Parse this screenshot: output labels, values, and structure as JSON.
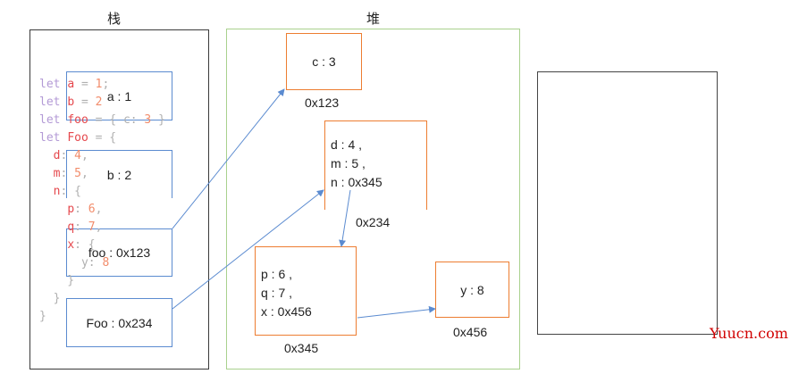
{
  "labels": {
    "stack_title": "栈",
    "heap_title": "堆"
  },
  "stack_cells": [
    {
      "text": "a : 1"
    },
    {
      "text": "b : 2"
    },
    {
      "text": "foo : 0x123"
    },
    {
      "text": "Foo : 0x234"
    }
  ],
  "heap": {
    "obj_c": {
      "text": "c : 3",
      "address": "0x123"
    },
    "obj_foo": {
      "line1": "d : 4 ,",
      "line2": "m : 5 ,",
      "line3": "n : 0x345",
      "address": "0x234"
    },
    "obj_n": {
      "line1": "p : 6 ,",
      "line2": "q : 7 ,",
      "line3": "x : 0x456",
      "address": "0x345"
    },
    "obj_x": {
      "text": "y : 8",
      "address": "0x456"
    }
  },
  "code": [
    [
      [
        "kw",
        "let "
      ],
      [
        "id",
        "a"
      ],
      [
        "pun",
        " = "
      ],
      [
        "num",
        "1"
      ],
      [
        "pun",
        ";"
      ]
    ],
    [
      [
        "kw",
        "let "
      ],
      [
        "id",
        "b"
      ],
      [
        "pun",
        " = "
      ],
      [
        "num",
        "2"
      ]
    ],
    [
      [
        "kw",
        "let "
      ],
      [
        "id",
        "foo"
      ],
      [
        "pun",
        " = { "
      ],
      [
        "pun",
        "c: "
      ],
      [
        "num",
        "3"
      ],
      [
        "pun",
        " }"
      ]
    ],
    [
      [
        "kw",
        "let "
      ],
      [
        "id",
        "Foo"
      ],
      [
        "pun",
        " = {"
      ]
    ],
    [
      [
        "pun",
        "  "
      ],
      [
        "id",
        "d"
      ],
      [
        "pun",
        ": "
      ],
      [
        "num",
        "4"
      ],
      [
        "pun",
        ","
      ]
    ],
    [
      [
        "pun",
        "  "
      ],
      [
        "id",
        "m"
      ],
      [
        "pun",
        ": "
      ],
      [
        "num",
        "5"
      ],
      [
        "pun",
        ","
      ]
    ],
    [
      [
        "pun",
        "  "
      ],
      [
        "id",
        "n"
      ],
      [
        "pun",
        ": {"
      ]
    ],
    [
      [
        "pun",
        "    "
      ],
      [
        "id",
        "p"
      ],
      [
        "pun",
        ": "
      ],
      [
        "num",
        "6"
      ],
      [
        "pun",
        ","
      ]
    ],
    [
      [
        "pun",
        "    "
      ],
      [
        "id",
        "q"
      ],
      [
        "pun",
        ": "
      ],
      [
        "num",
        "7"
      ],
      [
        "pun",
        ","
      ]
    ],
    [
      [
        "pun",
        "    "
      ],
      [
        "id",
        "x"
      ],
      [
        "pun",
        ": {"
      ]
    ],
    [
      [
        "pun",
        "      "
      ],
      [
        "pun",
        "y: "
      ],
      [
        "num",
        "8"
      ]
    ],
    [
      [
        "pun",
        "    }"
      ]
    ],
    [
      [
        "pun",
        "  }"
      ]
    ],
    [
      [
        "pun",
        "}"
      ]
    ]
  ],
  "colors": {
    "stack_cell_border": "#5b8bd0",
    "heap_cell_border": "#ed7d31",
    "heap_panel_border": "#a9d18e",
    "arrow": "#5b8bd0",
    "keyword": "#b39ad6",
    "identifier": "#e5484d",
    "number": "#f28c6b",
    "punctuation": "#b0b0b0",
    "watermark": "#d10000"
  },
  "watermark": "Yuucn.com"
}
